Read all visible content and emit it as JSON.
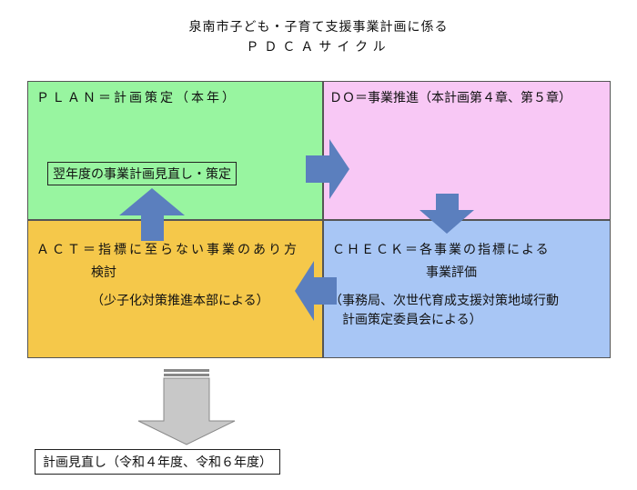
{
  "title": {
    "line1": "泉南市子ども・子育て支援事業計画に係る",
    "line2": "ＰＤＣＡサイクル"
  },
  "plan": {
    "heading": "ＰＬＡＮ＝計画策定（本年）",
    "review_box": "翌年度の事業計画見直し・策定"
  },
  "do": {
    "heading": "ＤＯ＝事業推進（本計画第４章、第５章）"
  },
  "check": {
    "heading": "ＣＨＥＣＫ＝各事業の指標による",
    "line2": "事業評価",
    "line3": "（事務局、次世代育成支援対策地域行動",
    "line4": "計画策定委員会による）"
  },
  "act": {
    "heading": "ＡＣＴ＝指標に至らない事業のあり方",
    "line2": "検討",
    "line3": "（少子化対策推進本部による）"
  },
  "plan_revision": "計画見直し（令和４年度、令和６年度）",
  "colors": {
    "plan": "#98f5a0",
    "do": "#f8c8f5",
    "act": "#f5c84a",
    "check": "#a8c6f5",
    "arrow": "#5b7fbe",
    "down_arrow": "#c8c8c8"
  }
}
